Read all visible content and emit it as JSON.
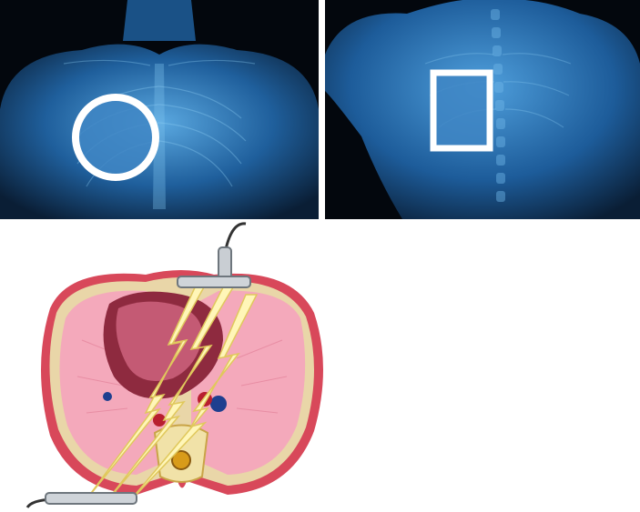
{
  "figure": {
    "panels": [
      {
        "id": "front",
        "subject": "anterior-torso",
        "marker": "circle-pad-icon",
        "accent": "#2a6fb3"
      },
      {
        "id": "back",
        "subject": "posterior-torso",
        "marker": "rectangle-pad-icon",
        "accent": "#2a6fb3"
      },
      {
        "id": "cross",
        "subject": "thorax-cross-section",
        "marker": "paddles-icon",
        "accent": "#e88fa3",
        "bolt_color": "#fff6b8"
      }
    ]
  }
}
